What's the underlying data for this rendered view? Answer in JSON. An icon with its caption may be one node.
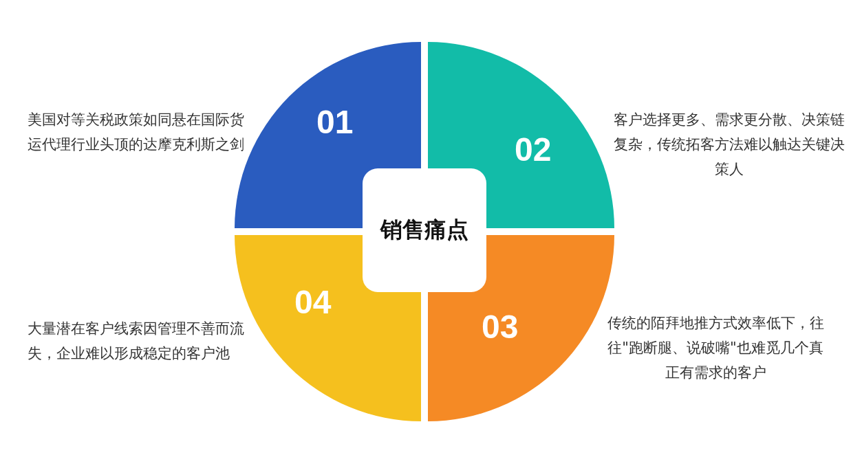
{
  "diagram": {
    "nodes": [
      {
        "text": [
          "01"
        ],
        "beside": [
          "美国对等关税政策如同悬在国际货运代理行业头顶的达摩克利斯之剑"
        ]
      },
      {
        "text": [
          "02"
        ],
        "beside": [
          "客户选择更多、需求更分散、决策链复杂，传统拓客方法难以触达关键决策人"
        ]
      },
      {
        "text": [
          "销售痛点"
        ]
      },
      {
        "text": [
          "04"
        ],
        "beside": [
          "大量潜在客户线索因管理不善而流失，企业难以形成稳定的客户池"
        ]
      },
      {
        "text": [
          "03"
        ],
        "beside": [
          "传统的陌拜地推方式效率低下，往往\"跑断腿、说破嘴\"也难觅几个真正有需求的客户"
        ]
      }
    ],
    "edges": []
  }
}
